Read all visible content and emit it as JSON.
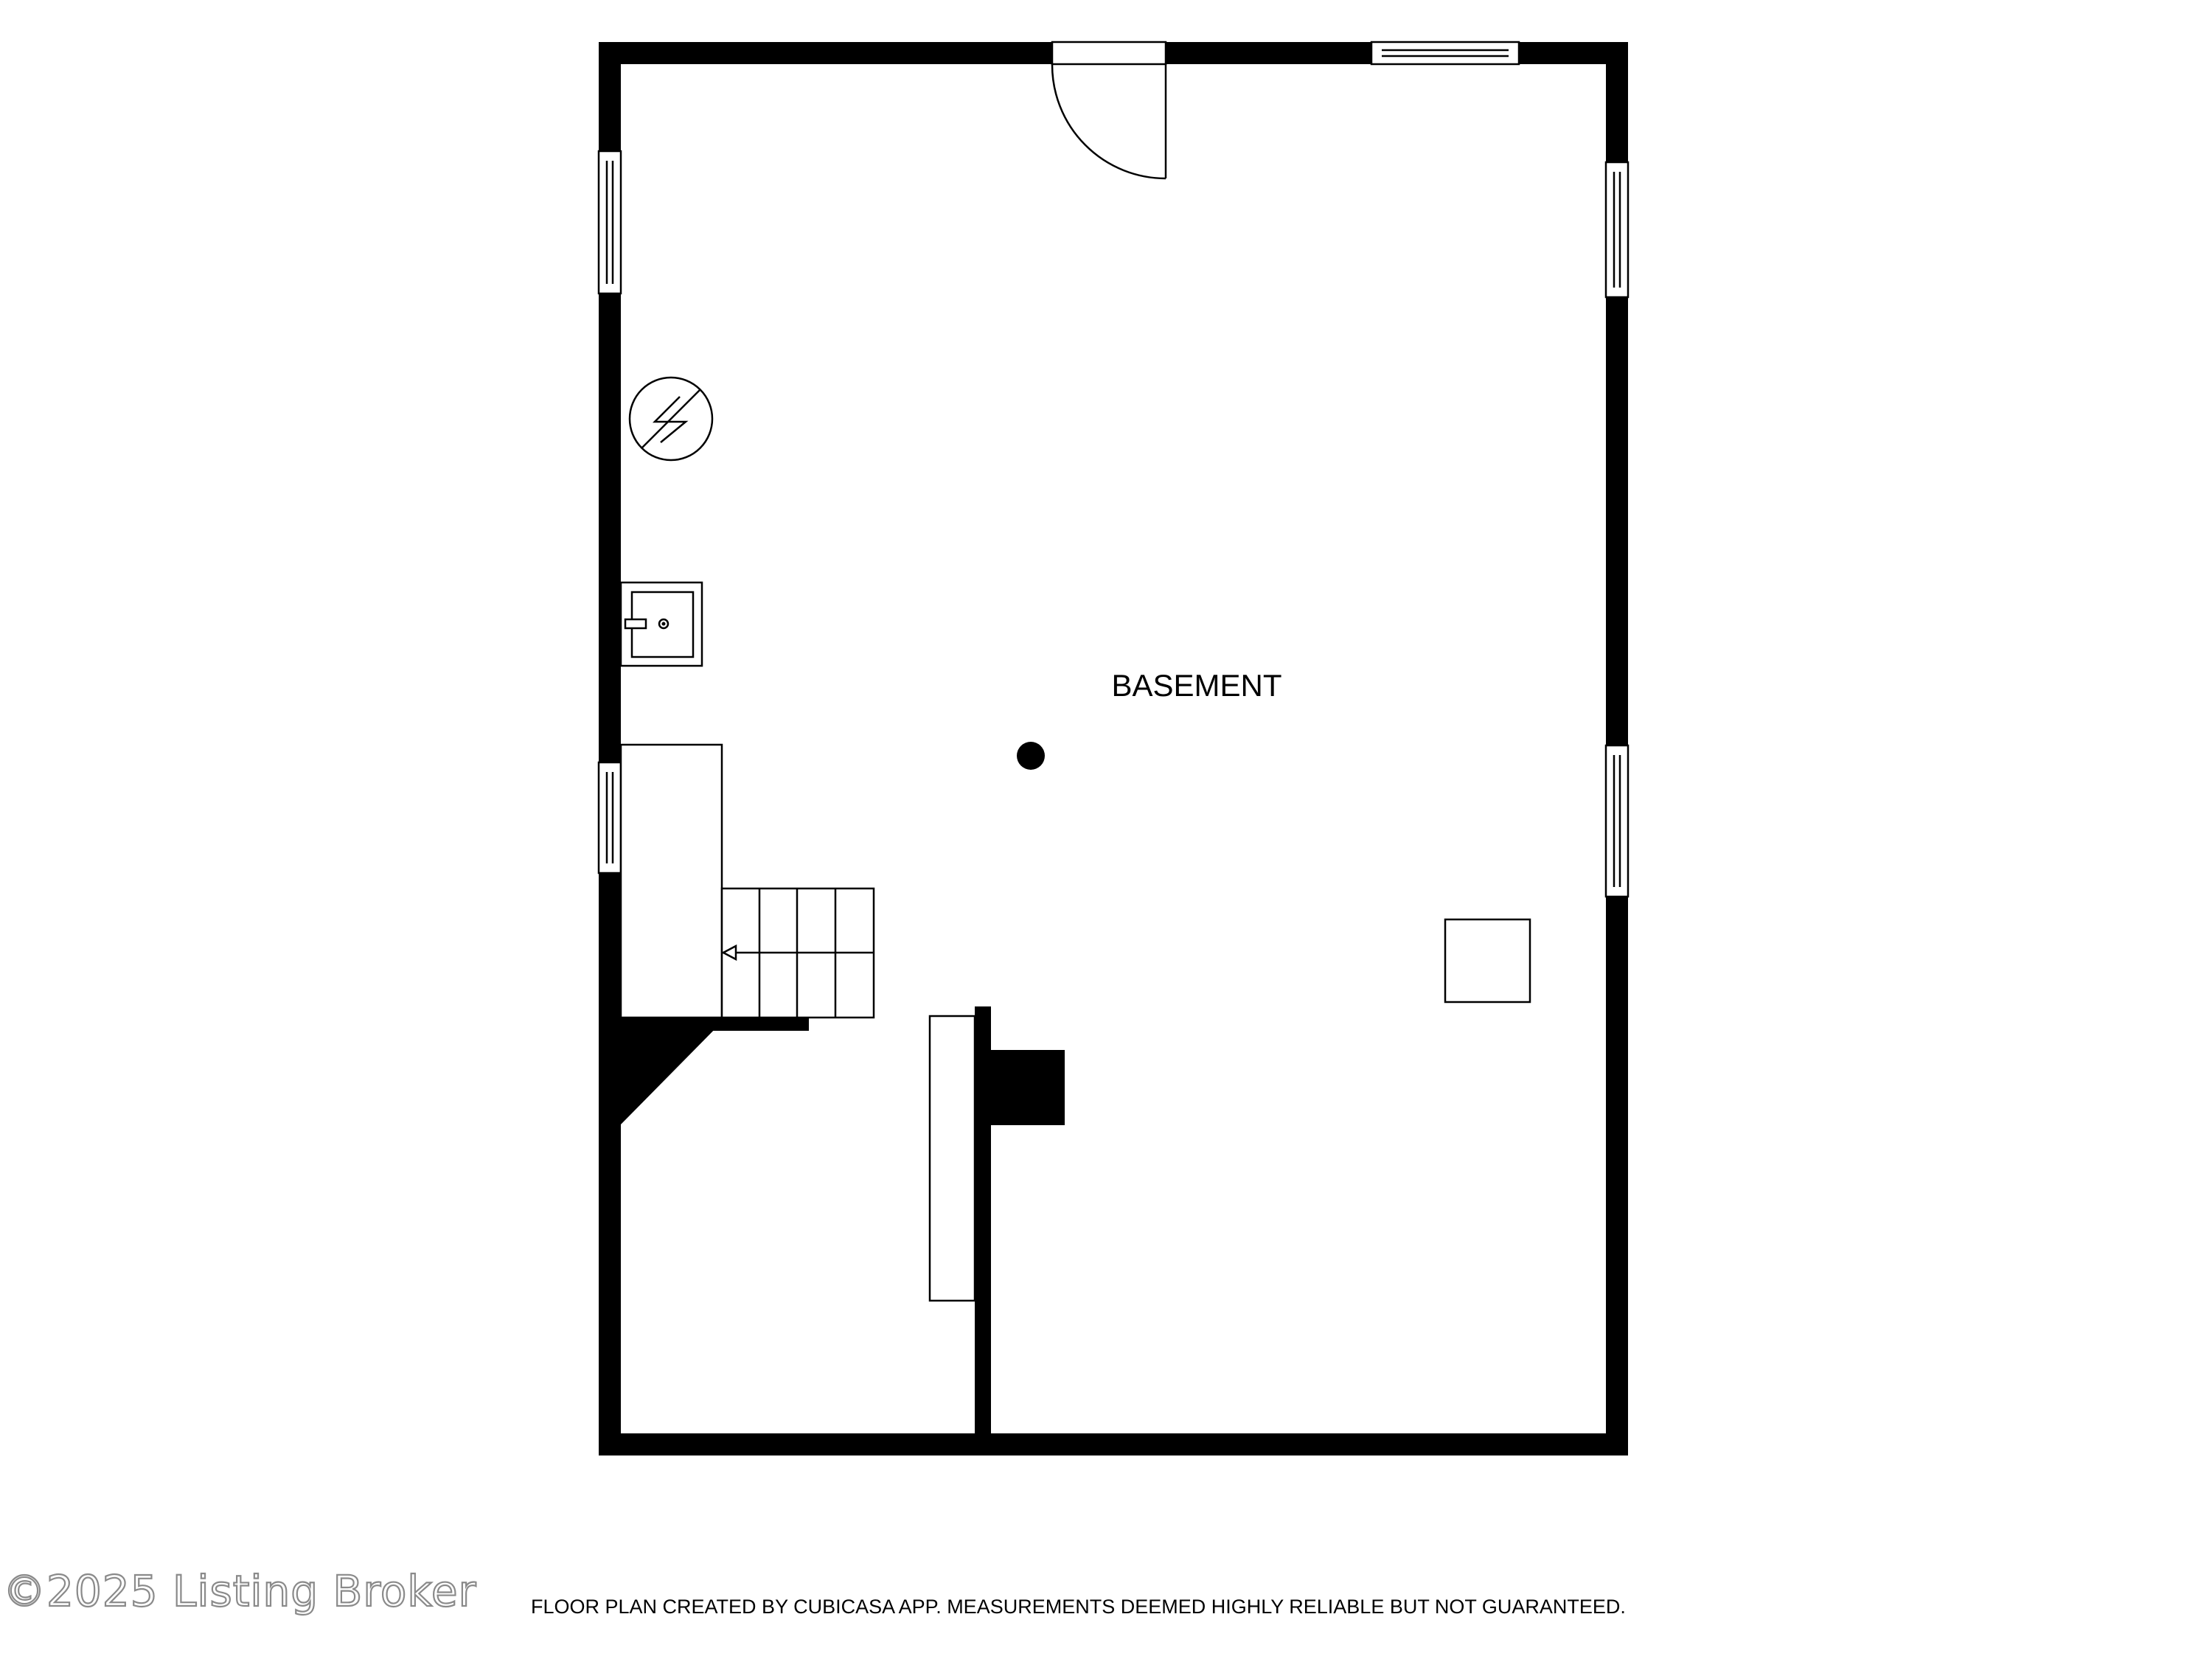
{
  "floor_plan": {
    "room_label": "BASEMENT",
    "disclaimer": "FLOOR PLAN CREATED BY CUBICASA APP. MEASUREMENTS DEEMED HIGHLY RELIABLE BUT NOT GUARANTEED.",
    "watermark": "©2025 Listing Broker"
  },
  "colors": {
    "wall": "#000000",
    "background": "#ffffff",
    "watermark_outline": "#8a8a8a"
  },
  "icons": [
    "water-heater-icon",
    "utility-sink-icon",
    "support-column-icon",
    "stairs-icon",
    "door-swing-icon",
    "window-icon"
  ]
}
